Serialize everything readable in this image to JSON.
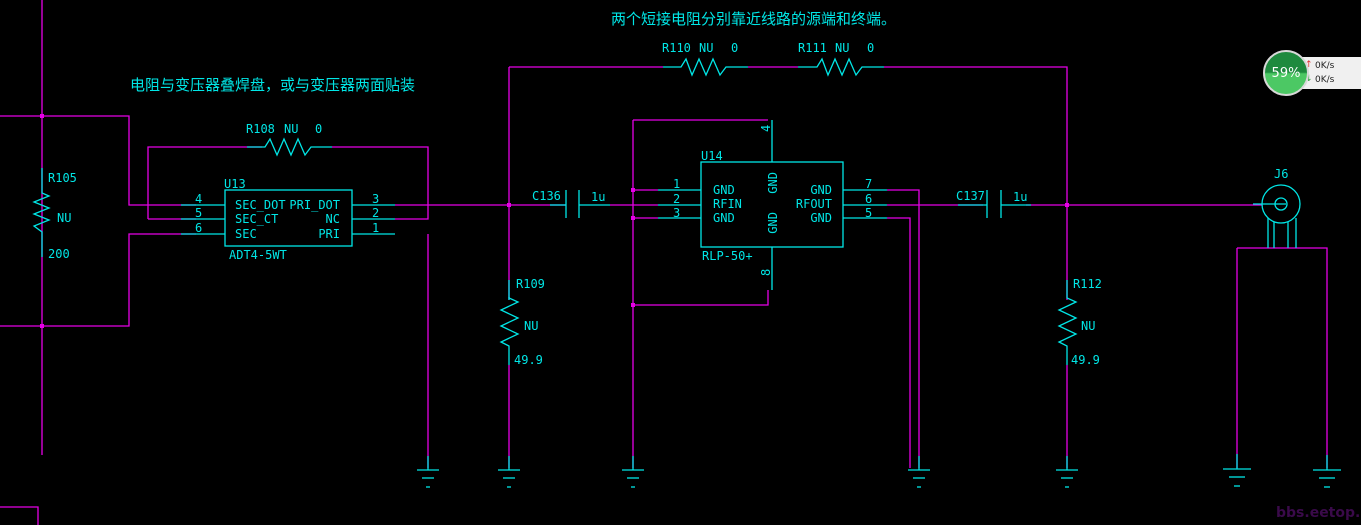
{
  "annotations": {
    "top_note": "两个短接电阻分别靠近线路的源端和终端。",
    "left_note": "电阻与变压器叠焊盘，或与变压器两面贴装"
  },
  "components": {
    "r105": {
      "ref": "R105",
      "mark": "NU",
      "value": "200"
    },
    "r108": {
      "ref": "R108",
      "mark": "NU",
      "value": "0"
    },
    "r110": {
      "ref": "R110",
      "mark": "NU",
      "value": "0"
    },
    "r111": {
      "ref": "R111",
      "mark": "NU",
      "value": "0"
    },
    "r109": {
      "ref": "R109",
      "mark": "NU",
      "value": "49.9"
    },
    "r112": {
      "ref": "R112",
      "mark": "NU",
      "value": "49.9"
    },
    "c136": {
      "ref": "C136",
      "value": "1u"
    },
    "c137": {
      "ref": "C137",
      "value": "1u"
    },
    "u13": {
      "ref": "U13",
      "part": "ADT4-5WT",
      "left_pins": [
        {
          "num": "4",
          "name": "SEC_DOT"
        },
        {
          "num": "5",
          "name": "SEC_CT"
        },
        {
          "num": "6",
          "name": "SEC"
        }
      ],
      "right_pins": [
        {
          "num": "3",
          "name": "PRI_DOT"
        },
        {
          "num": "2",
          "name": "NC"
        },
        {
          "num": "1",
          "name": "PRI"
        }
      ]
    },
    "u14": {
      "ref": "U14",
      "part": "RLP-50+",
      "left_pins": [
        {
          "num": "1",
          "name": "GND"
        },
        {
          "num": "2",
          "name": "RFIN"
        },
        {
          "num": "3",
          "name": "GND"
        }
      ],
      "right_pins": [
        {
          "num": "7",
          "name": "GND"
        },
        {
          "num": "6",
          "name": "RFOUT"
        },
        {
          "num": "5",
          "name": "GND"
        }
      ],
      "top_pin": {
        "num": "4",
        "name": "GND"
      },
      "bottom_pin": {
        "num": "8",
        "name": "GND"
      }
    },
    "j6": {
      "ref": "J6"
    }
  },
  "overlay": {
    "gauge_percent": "59%",
    "upload": "0K/s",
    "download": "0K/s",
    "up_icon": "↑",
    "down_icon": "↓"
  },
  "watermark": "bbs.eetop.cn",
  "colors": {
    "wire": "#e600e6",
    "symbol": "#00e6e6",
    "background": "#000000"
  }
}
